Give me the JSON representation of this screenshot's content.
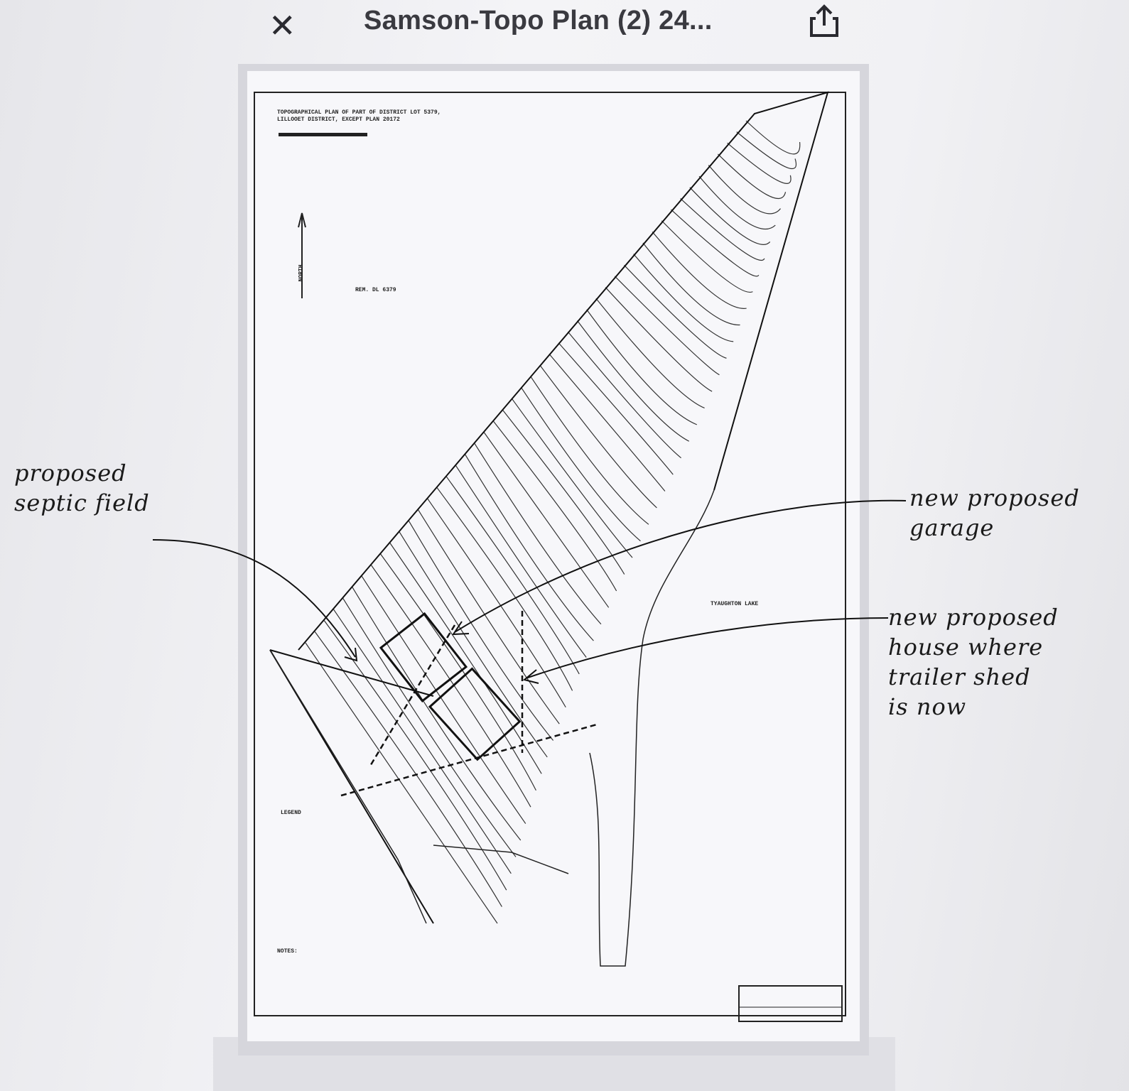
{
  "header": {
    "close_icon": "close-icon",
    "title": "Samson-Topo Plan (2) 24...",
    "share_icon": "share-icon"
  },
  "plan": {
    "title_line1": "TOPOGRAPHICAL PLAN OF PART OF DISTRICT LOT 5379,",
    "title_line2": "LILLOOET DISTRICT, EXCEPT PLAN 20172",
    "rem_label": "REM. DL 6379",
    "north_label": "NORTH",
    "lake_label": "TYAUGHTON LAKE",
    "legend_label": "LEGEND",
    "notes_label": "NOTES:"
  },
  "annotations": {
    "septic": "proposed\nseptic field",
    "garage": "new proposed\ngarage",
    "house": "new proposed\nhouse where\ntrailer shed\nis now"
  }
}
